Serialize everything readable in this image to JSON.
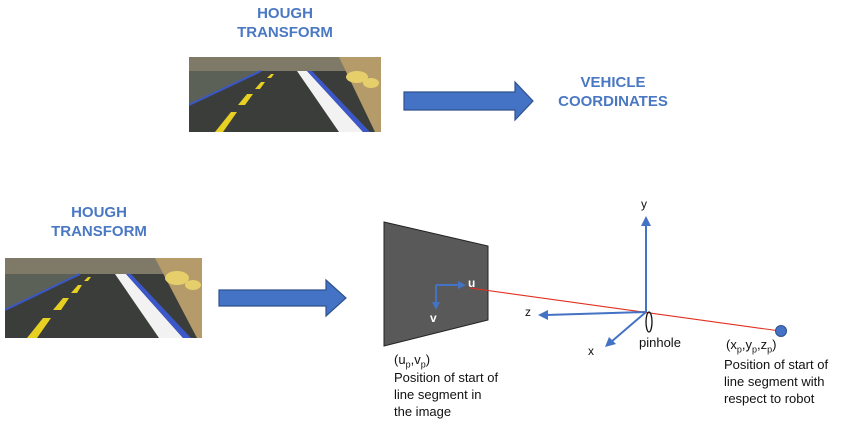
{
  "top": {
    "title": "HOUGH\nTRANSFORM",
    "output_title": "VEHICLE\nCOORDINATES"
  },
  "bottom": {
    "title": "HOUGH\nTRANSFORM",
    "image_axis_u": "u",
    "image_axis_v": "v",
    "world_axis_y": "y",
    "world_axis_z": "z",
    "world_axis_x": "x",
    "pinhole_label": "pinhole",
    "image_point_label": "(u",
    "image_point_sub1": "p",
    "image_point_sep": ",v",
    "image_point_sub2": "p",
    "image_point_close": ")",
    "image_caption": "Position of start of\nline segment in\nthe image",
    "world_point_label": "(x",
    "world_point_sub1": "p",
    "world_point_sep1": ",y",
    "world_point_sub2": "p",
    "world_point_sep2": ",z",
    "world_point_sub3": "p",
    "world_point_close": ")",
    "world_caption": "Position of start of\nline segment with\nrespect to robot"
  },
  "colors": {
    "title": "#4a78c2",
    "arrow_fill": "#4472c4",
    "arrow_stroke": "#2f528f",
    "axis": "#4472c4",
    "ray": "#e0301e",
    "image_plane": "#595959"
  }
}
